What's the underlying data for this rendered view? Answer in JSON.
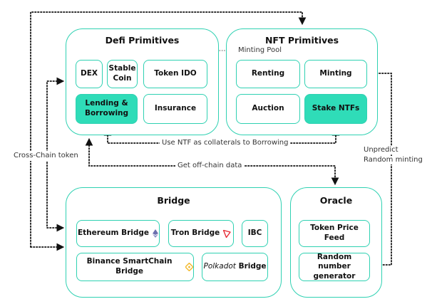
{
  "defi": {
    "title": "Defi Primitives",
    "dex": "DEX",
    "stable_coin": "Stable Coin",
    "token_ido": "Token IDO",
    "lending": "Lending & Borrowing",
    "insurance": "Insurance"
  },
  "nft": {
    "title": "NFT Primitives",
    "renting": "Renting",
    "minting": "Minting",
    "auction": "Auction",
    "stake": "Stake NTFs"
  },
  "bridge": {
    "title": "Bridge",
    "ethereum": "Ethereum Bridge",
    "tron": "Tron Bridge",
    "ibc": "IBC",
    "binance": "Binance SmartChain Bridge",
    "polkadot_logo": "Polkadot",
    "polkadot_suffix": "Bridge"
  },
  "oracle": {
    "title": "Oracle",
    "price_feed": "Token Price Feed",
    "random": "Random number generator"
  },
  "labels": {
    "minting_pool": "Minting Pool",
    "collateral": "Use NTF as collaterals to Borrowing",
    "offchain": "Get off-chain data",
    "cross_chain": "Cross-Chain token",
    "unpredict_1": "Unpredict",
    "unpredict_2": "Random minting"
  },
  "colors": {
    "accent": "#2fd1b2",
    "filled": "#2fdcb8",
    "ethereum": "#6b6fae",
    "tron": "#e5232d",
    "binance": "#f3ba2f"
  }
}
